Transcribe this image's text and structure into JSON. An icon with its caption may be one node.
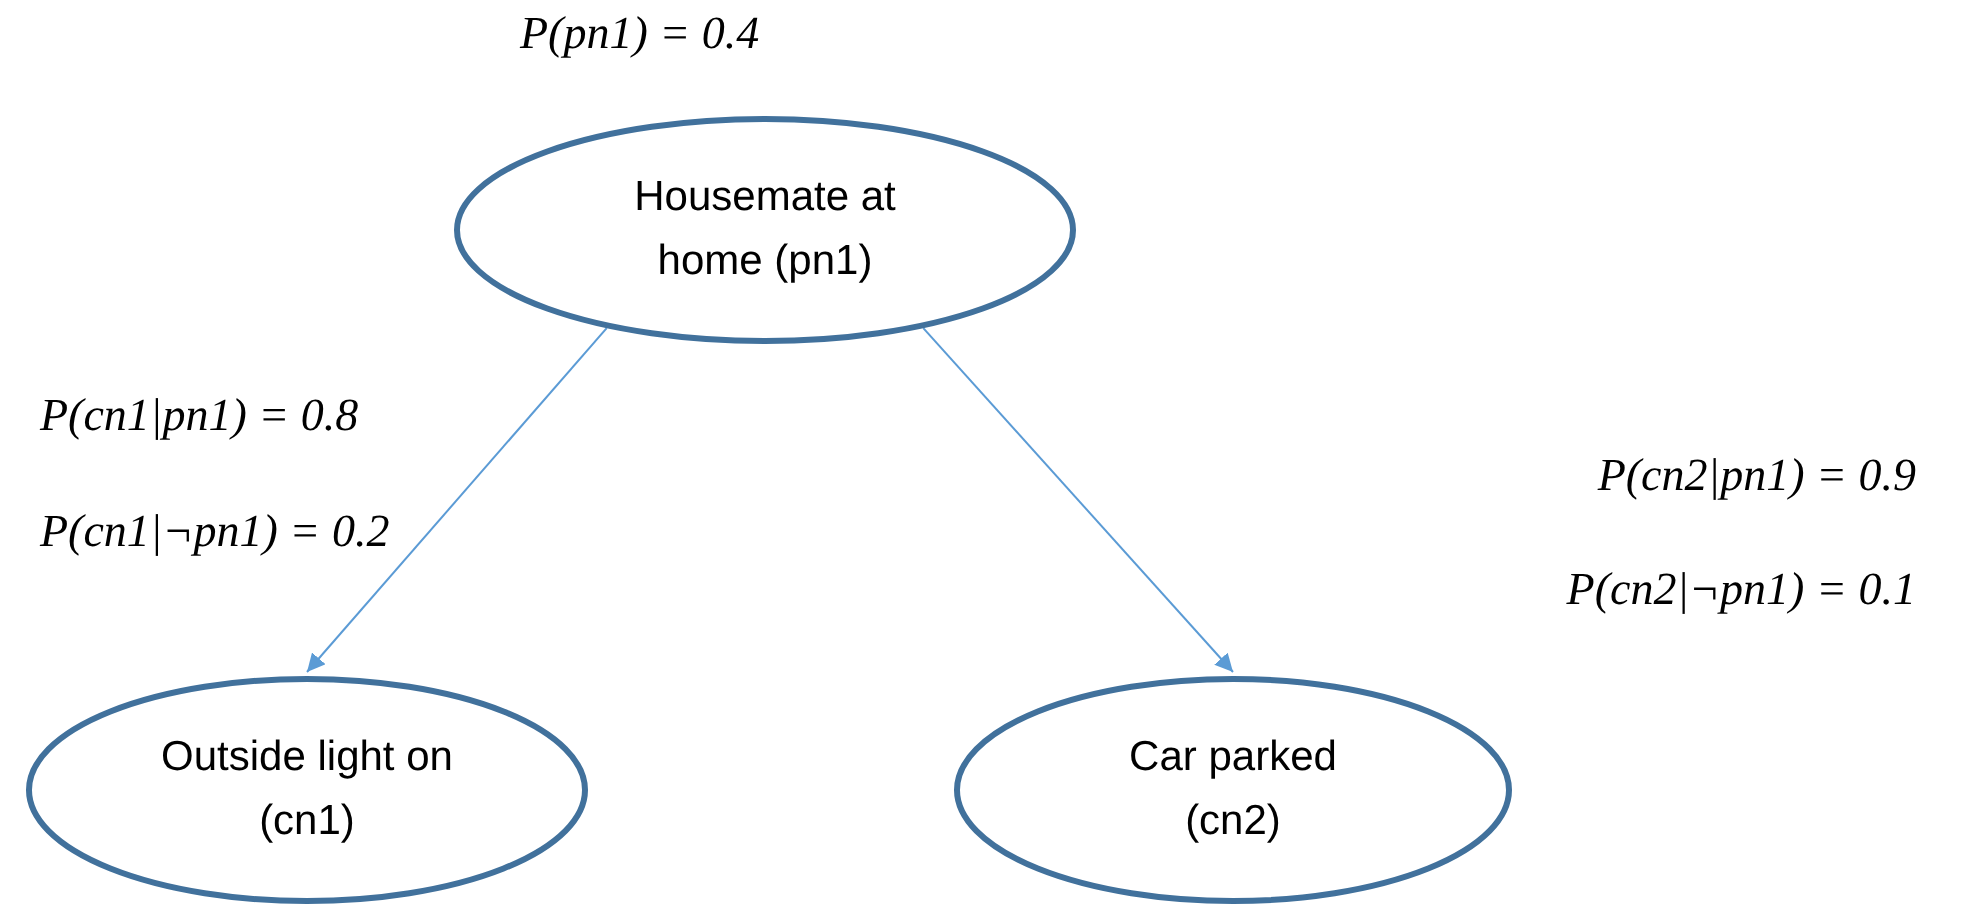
{
  "diagram": {
    "nodes": [
      {
        "text": [
          "Housemate at home (pn1)"
        ],
        "beside": [
          "P(pn1) = 0.4"
        ]
      },
      {
        "text": [
          "Outside light on (cn1)"
        ]
      },
      {
        "text": [
          "Car parked (cn2)"
        ]
      }
    ],
    "edges": [
      {
        "from": 0,
        "to": 1,
        "arrow": "to"
      },
      {
        "from": 0,
        "to": 2,
        "arrow": "to"
      }
    ],
    "labels": [
      "P(cn1|pn1) = 0.8",
      "P(cn1|¬pn1) = 0.2",
      "P(cn2|pn1) = 0.9",
      "P(cn2|¬pn1) = 0.1"
    ]
  }
}
